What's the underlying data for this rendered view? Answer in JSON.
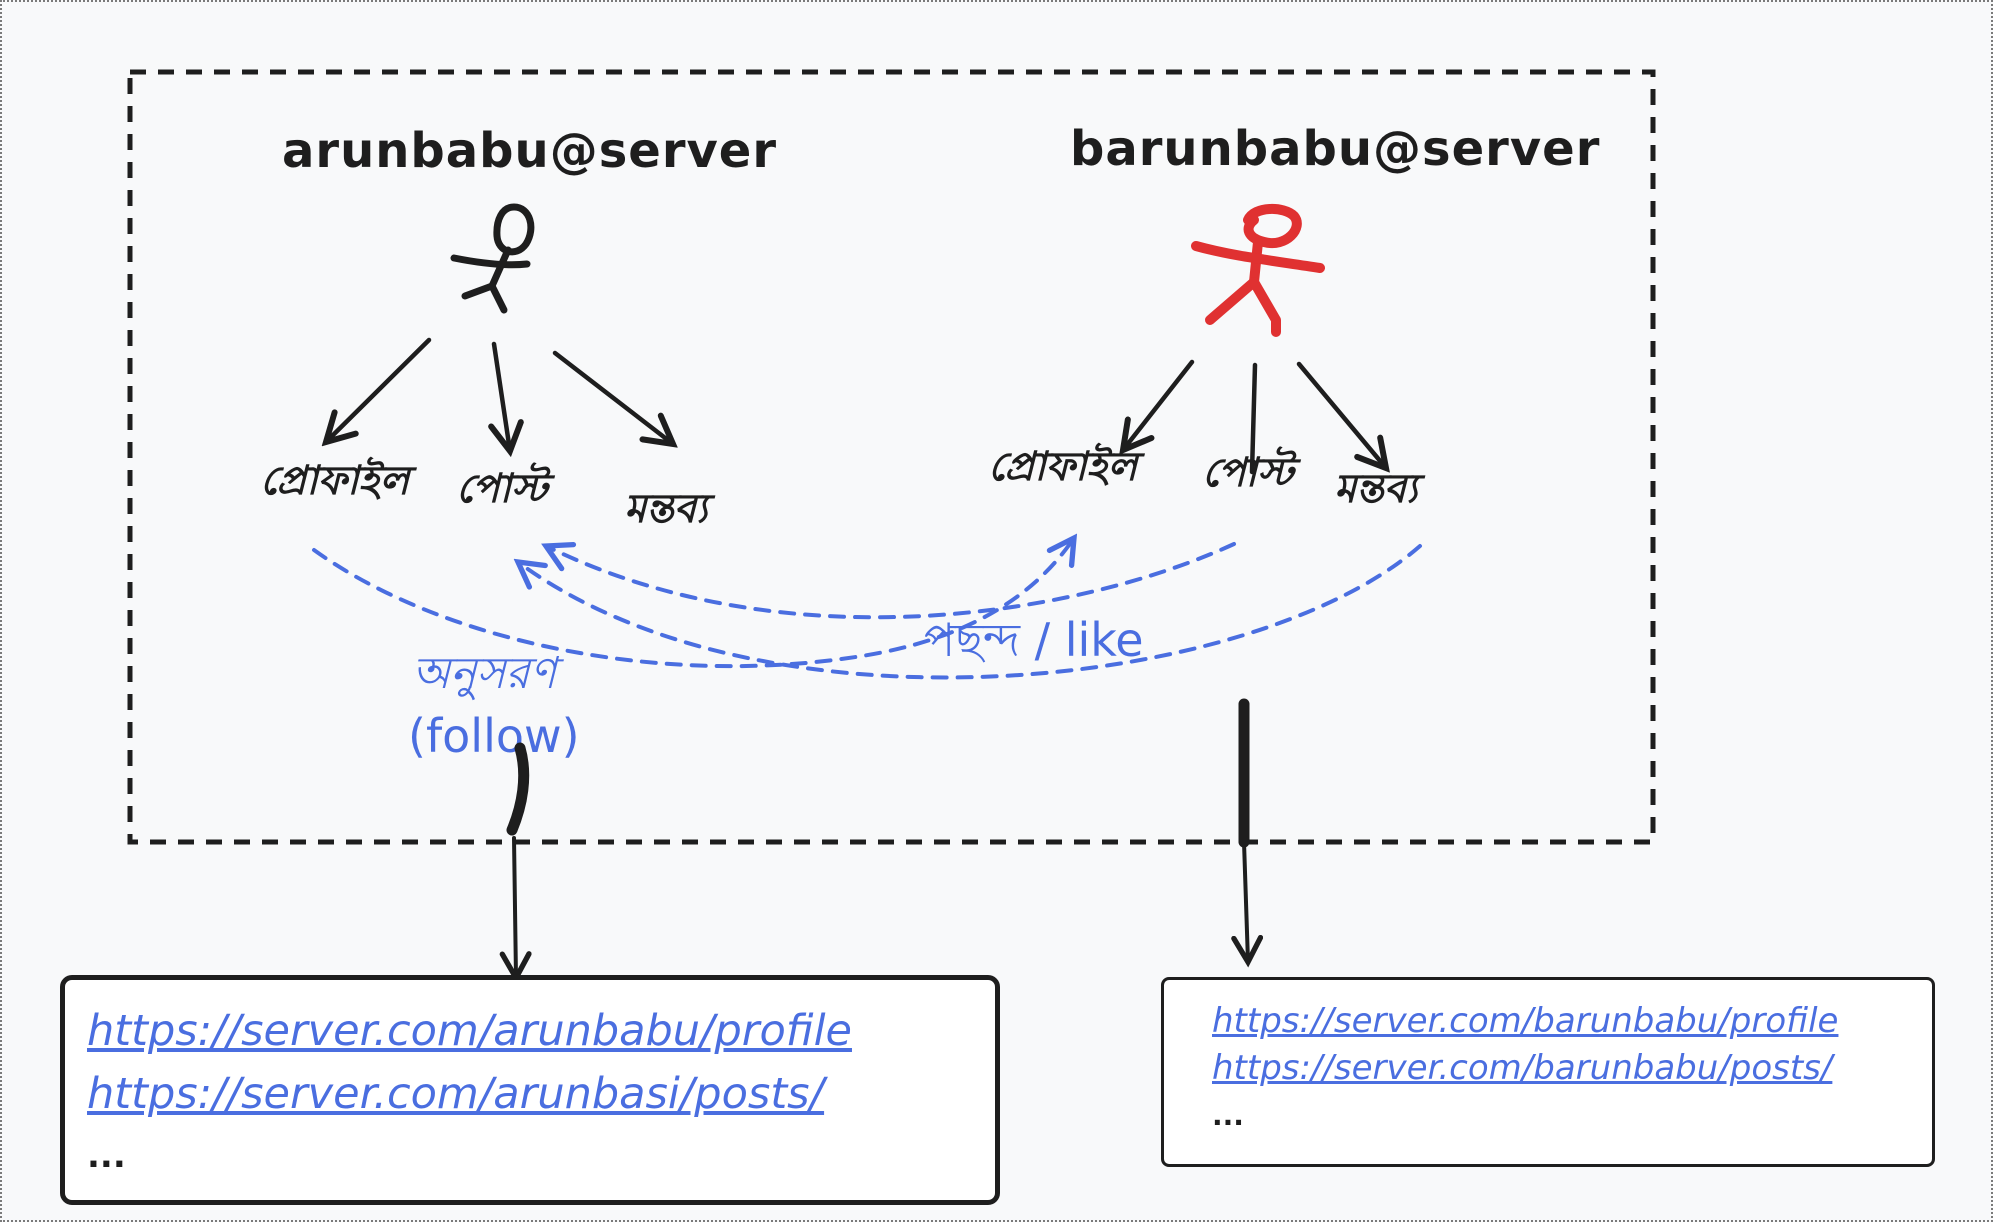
{
  "diagram": {
    "users": [
      {
        "handle": "arunbabu@server",
        "color": "#1e1e1e"
      },
      {
        "handle": "barunbabu@server",
        "color": "#e03131"
      }
    ],
    "nodes": {
      "left": {
        "profile": "প্রোফাইল",
        "post": "পোস্ট",
        "comment": "মন্তব্য"
      },
      "right": {
        "profile": "প্রোফাইল",
        "post": "পোস্ট",
        "comment": "মন্তব্য"
      }
    },
    "relations": {
      "follow_bn": "অনুসরণ",
      "follow_en": "(follow)",
      "like": "পছন্দ / like"
    },
    "url_boxes": {
      "left": {
        "links": [
          "https://server.com/arunbabu/profile",
          "https://server.com/arunbasi/posts/"
        ],
        "more": "..."
      },
      "right": {
        "links": [
          "https://server.com/barunbabu/profile",
          "https://server.com/barunbabu/posts/"
        ],
        "more": "..."
      }
    },
    "colors": {
      "ink": "#1e1e1e",
      "accent_red": "#e03131",
      "link_blue": "#4a6ee0",
      "background": "#f8f9fa"
    }
  }
}
